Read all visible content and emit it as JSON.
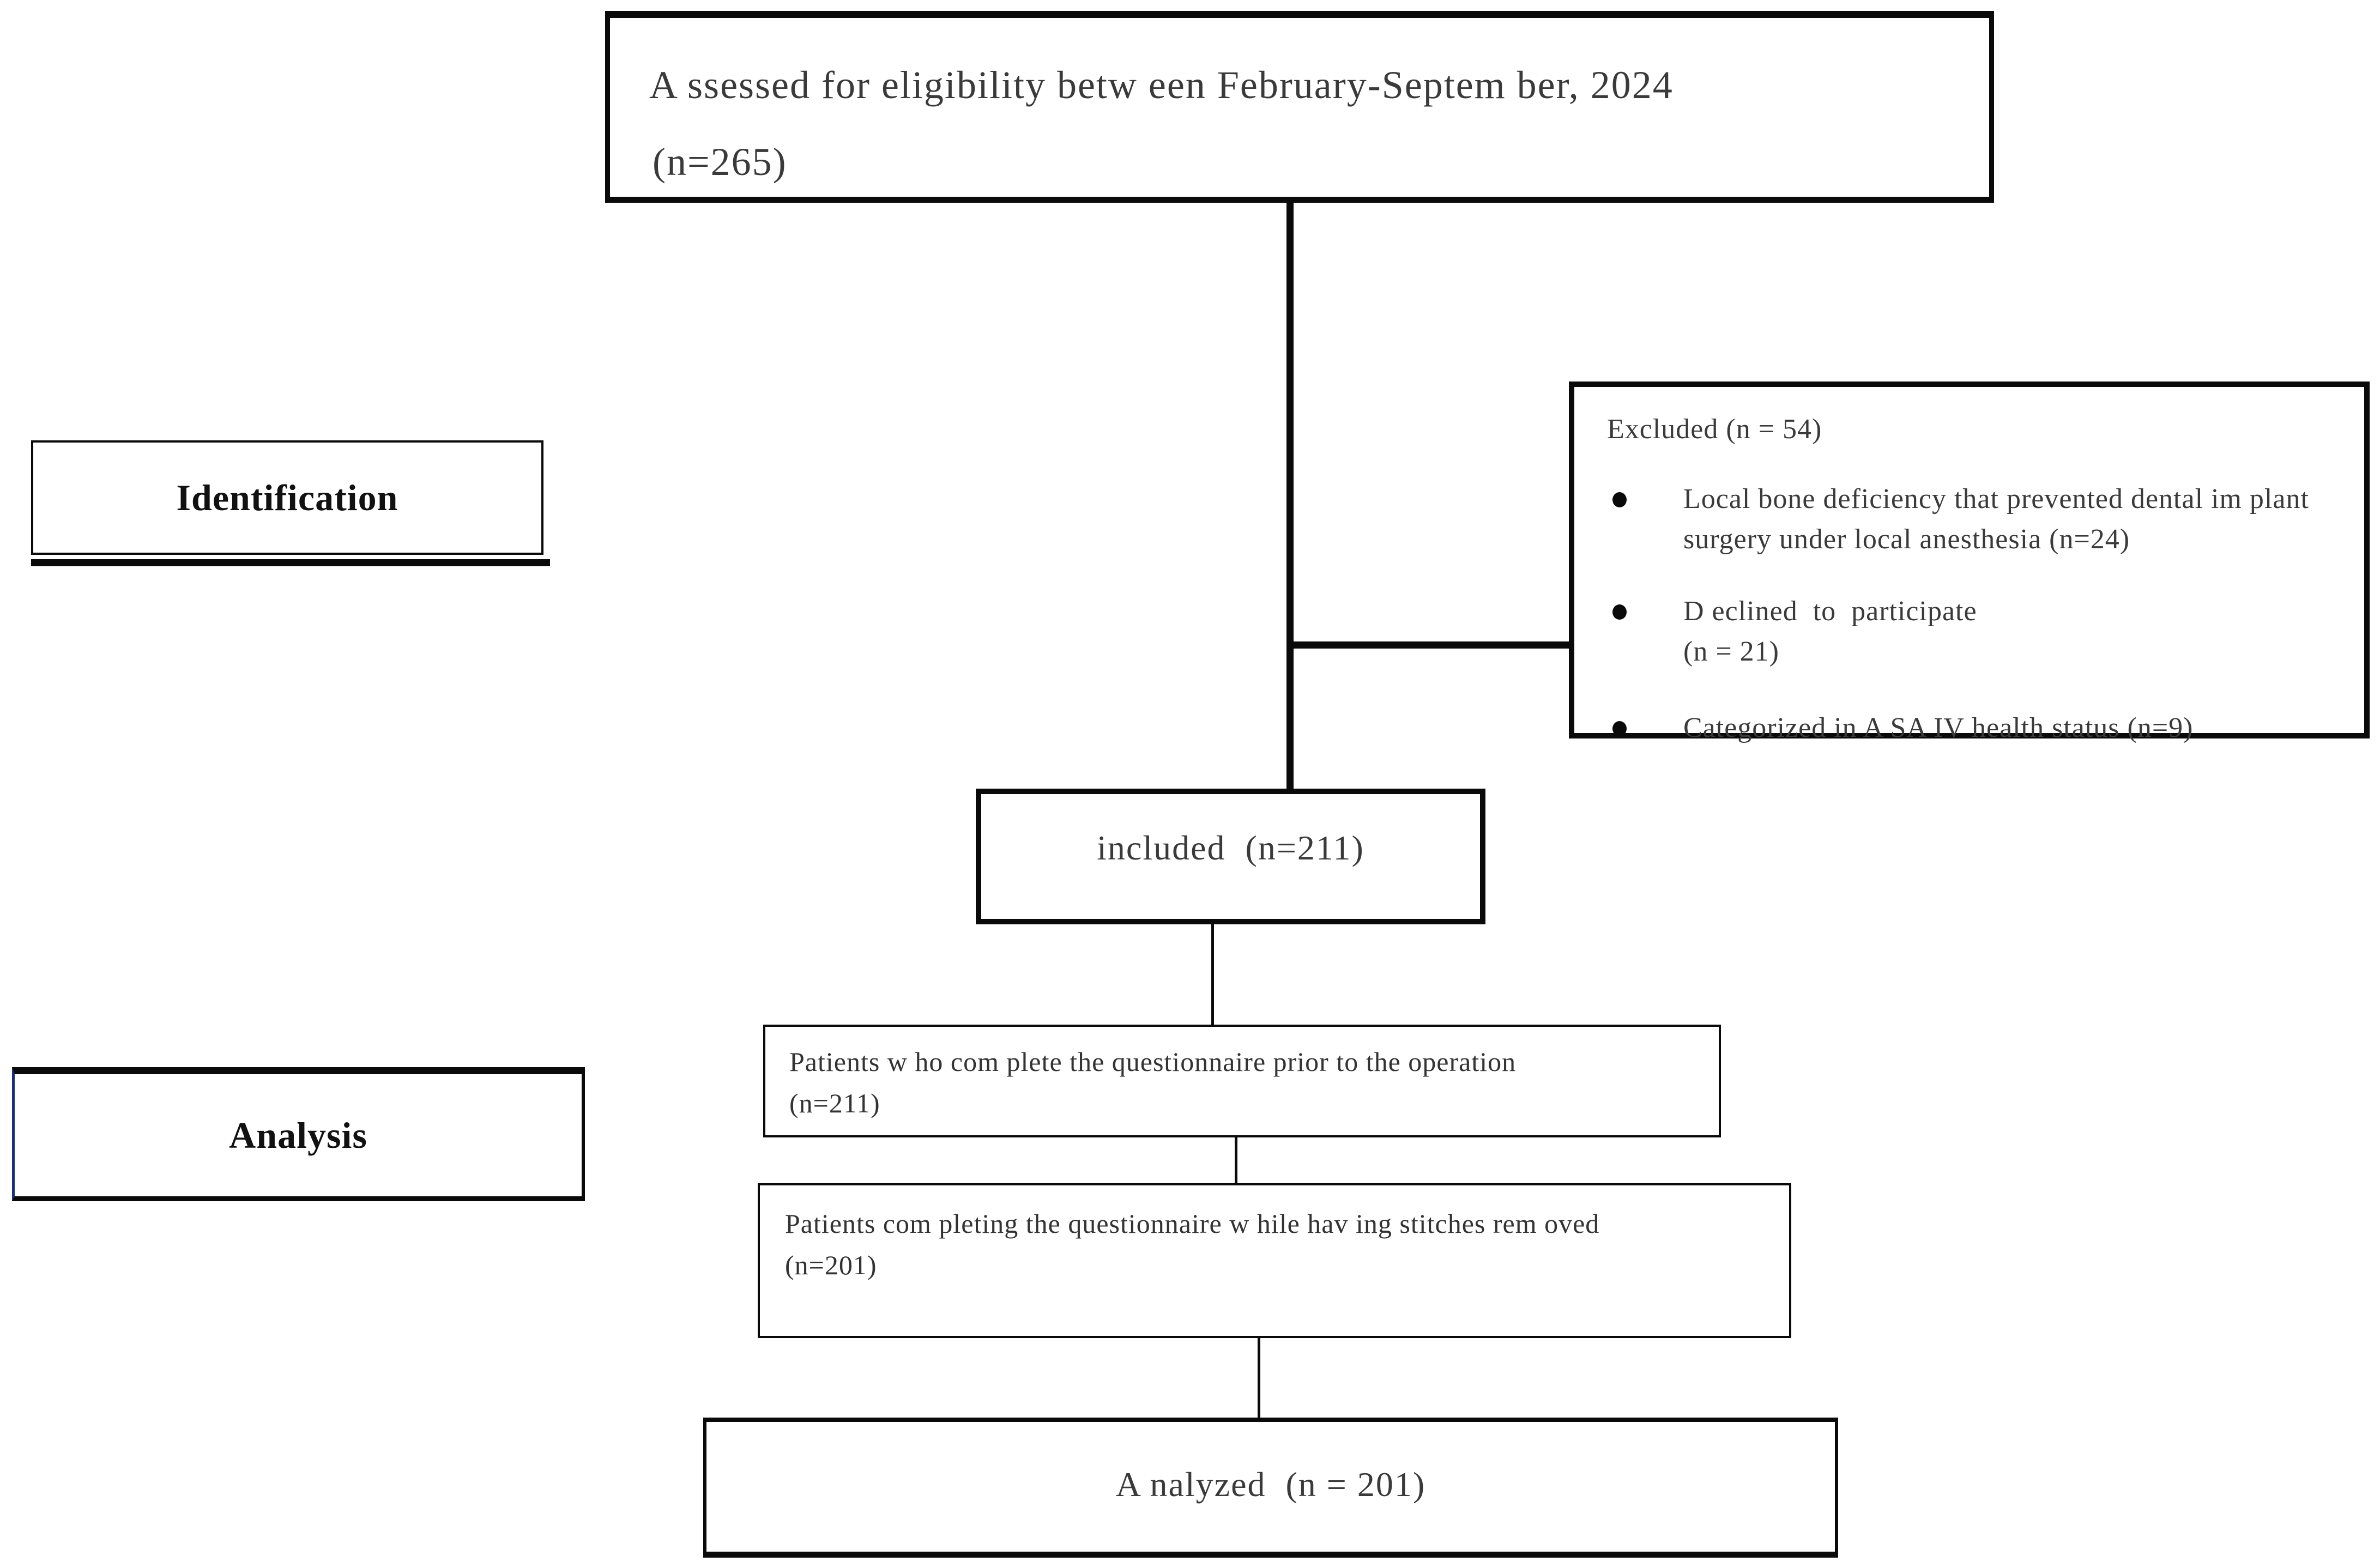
{
  "diagram": {
    "type": "consort-flow",
    "stage_labels": {
      "identification": "Identification",
      "analysis": "Analysis"
    },
    "boxes": {
      "assessed": {
        "line1": "A ssessed for eligibility betw een February-Septem ber, 2024",
        "n_label": "(n=265)"
      },
      "excluded": {
        "title": "Excluded (n = 54)",
        "bullets": [
          {
            "line1": "Local bone deficiency that prevented dental im plant",
            "line2": "surgery under local anesthesia (n=24)"
          },
          {
            "line1": "D eclined  to  participate",
            "line2": "(n = 21)"
          },
          {
            "line1": "Categorized in A SA IV health status (n=9)"
          }
        ]
      },
      "included": {
        "text": "included  (n=211)"
      },
      "questionnaire_pre_op": {
        "line1": "Patients w ho com plete the questionnaire prior to the operation",
        "n_label": "(n=211)"
      },
      "questionnaire_stitches": {
        "line1": "Patients com pleting the questionnaire w hile hav ing stitches rem oved",
        "n_label": "(n=201)"
      },
      "analyzed": {
        "text": "A nalyzed  (n = 201)"
      }
    },
    "colors": {
      "line": "#0a0a0a",
      "text": "#3a3a3a",
      "heading_text": "#111111",
      "analysis_left_border": "#18307c",
      "background": "#ffffff"
    }
  }
}
